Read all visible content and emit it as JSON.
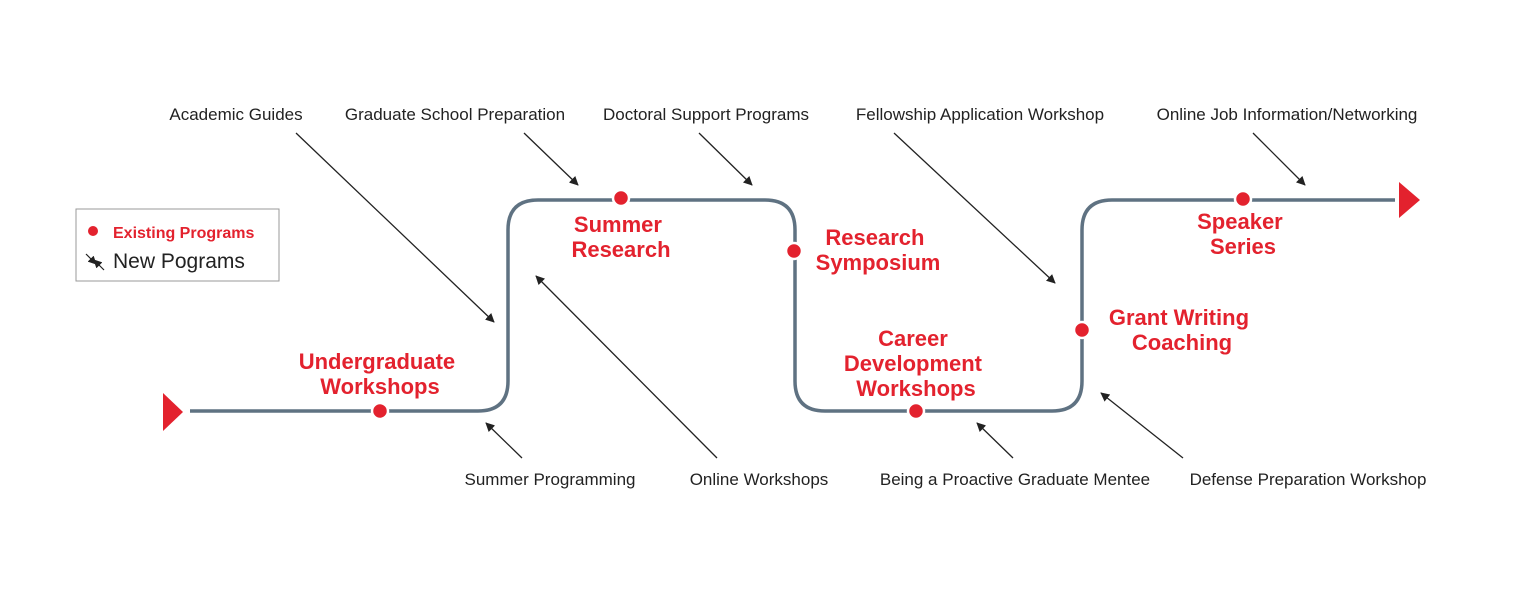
{
  "colors": {
    "accent": "#e3222e",
    "track": "#5f7282",
    "text": "#222222"
  },
  "legend": {
    "existing_label": "Existing Programs",
    "new_label": "New Pograms"
  },
  "existing_programs": [
    {
      "id": "undergrad",
      "lines": [
        "Undergraduate",
        "Workshops"
      ]
    },
    {
      "id": "summer-research",
      "lines": [
        "Summer",
        "Research"
      ]
    },
    {
      "id": "symposium",
      "lines": [
        "Research",
        "Symposium"
      ]
    },
    {
      "id": "career",
      "lines": [
        "Career",
        "Development",
        "Workshops"
      ]
    },
    {
      "id": "grant",
      "lines": [
        "Grant Writing",
        "Coaching"
      ]
    },
    {
      "id": "speaker",
      "lines": [
        "Speaker",
        "Series"
      ]
    }
  ],
  "new_programs": {
    "top": [
      "Academic Guides",
      "Graduate School Preparation",
      "Doctoral Support Programs",
      "Fellowship Application Workshop",
      "Online Job Information/Networking"
    ],
    "bottom": [
      "Summer Programming",
      "Online Workshops",
      "Being a Proactive Graduate Mentee",
      "Defense Preparation Workshop"
    ]
  }
}
